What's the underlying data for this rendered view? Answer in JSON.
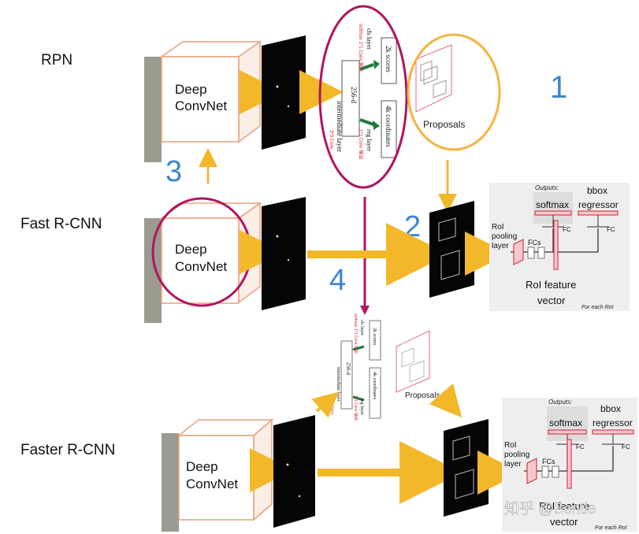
{
  "rows": {
    "rpn": "RPN",
    "fast": "Fast R-CNN",
    "faster": "Faster R-CNN"
  },
  "cube": {
    "line1": "Deep",
    "line2": "ConvNet"
  },
  "rpn_head": {
    "intermediate_label": "intermediate layer",
    "intermediate_dim": "256-d",
    "cls_layer": "cls layer",
    "scores": "2k scores",
    "reg_layer": "reg layer",
    "coordinates": "4k coordinates",
    "cls_note": "softmax 1*1 Conv 输出",
    "reg_note": "1*1 Conv 输出",
    "inter_note": "3*3 Conv"
  },
  "proposals": "Proposals",
  "head": {
    "outputs": "Outputs:",
    "softmax": "softmax",
    "bbox_line1": "bbox",
    "bbox_line2": "regressor",
    "fc": "FC",
    "fcs": "FCs",
    "roi_pool_1": "RoI",
    "roi_pool_2": "pooling",
    "roi_pool_3": "layer",
    "feature_1": "RoI feature",
    "feature_2": "vector",
    "for_each": "For each RoI"
  },
  "steps": [
    "1",
    "2",
    "3",
    "4"
  ],
  "watermark": "知乎 @Bentle",
  "colors": {
    "arrow_yellow": "#f2b829",
    "magenta": "#b0155f",
    "orange": "#f5b440",
    "blue": "#3b86d4",
    "green": "#1f7a3a",
    "cube_edge": "#e9a07a",
    "pink": "#e46a8a"
  }
}
